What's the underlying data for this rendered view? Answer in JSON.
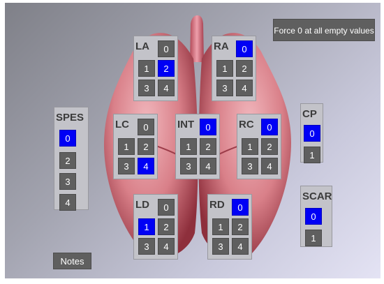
{
  "force_button_label": "Force 0 at all empty values",
  "notes_button_label": "Notes",
  "colors": {
    "selected": "#0000f5",
    "button": "#5f5f5f",
    "panel": "#c3c3c9"
  },
  "panels": {
    "la": {
      "label": "LA",
      "options": [
        "0",
        "1",
        "2",
        "3",
        "4"
      ],
      "selected": "2"
    },
    "ra": {
      "label": "RA",
      "options": [
        "0",
        "1",
        "2",
        "3",
        "4"
      ],
      "selected": "0"
    },
    "lc": {
      "label": "LC",
      "options": [
        "0",
        "1",
        "2",
        "3",
        "4"
      ],
      "selected": "4"
    },
    "int": {
      "label": "INT",
      "options": [
        "0",
        "1",
        "2",
        "3",
        "4"
      ],
      "selected": "0"
    },
    "rc": {
      "label": "RC",
      "options": [
        "0",
        "1",
        "2",
        "3",
        "4"
      ],
      "selected": "0"
    },
    "ld": {
      "label": "LD",
      "options": [
        "0",
        "1",
        "2",
        "3",
        "4"
      ],
      "selected": "1"
    },
    "rd": {
      "label": "RD",
      "options": [
        "0",
        "1",
        "2",
        "3",
        "4"
      ],
      "selected": "0"
    },
    "spes": {
      "label": "SPES",
      "options": [
        "0",
        "2",
        "3",
        "4"
      ],
      "selected": "0"
    },
    "cp": {
      "label": "CP",
      "options": [
        "0",
        "1"
      ],
      "selected": "0"
    },
    "scar": {
      "label": "SCAR",
      "options": [
        "0",
        "1"
      ],
      "selected": "0"
    }
  }
}
